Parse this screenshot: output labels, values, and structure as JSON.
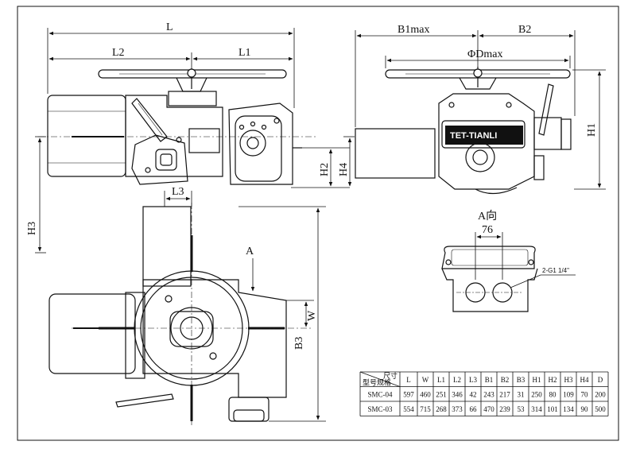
{
  "dimensions": {
    "L": "L",
    "L1": "L1",
    "L2": "L2",
    "L3": "L3",
    "B1": "B1max",
    "B2": "B2",
    "B3": "B3",
    "D": "ΦDmax",
    "H1": "H1",
    "H2": "H2",
    "H3": "H3",
    "H4": "H4",
    "W": "W"
  },
  "view_label": "A",
  "aux_view": {
    "title": "A向",
    "width": "76",
    "port": "2-G1 1/4\""
  },
  "logo_text": "TET-TIANLI",
  "table": {
    "corner_top": "尺寸",
    "corner_bottom": "型号规格",
    "headers": [
      "L",
      "W",
      "L1",
      "L2",
      "L3",
      "B1",
      "B2",
      "B3",
      "H1",
      "H2",
      "H3",
      "H4",
      "D"
    ],
    "rows": [
      {
        "model": "SMC-04",
        "values": [
          "597",
          "460",
          "251",
          "346",
          "42",
          "243",
          "217",
          "31",
          "250",
          "80",
          "109",
          "70",
          "200"
        ]
      },
      {
        "model": "SMC-03",
        "values": [
          "554",
          "715",
          "268",
          "373",
          "66",
          "470",
          "239",
          "53",
          "314",
          "101",
          "134",
          "90",
          "500"
        ]
      }
    ]
  }
}
